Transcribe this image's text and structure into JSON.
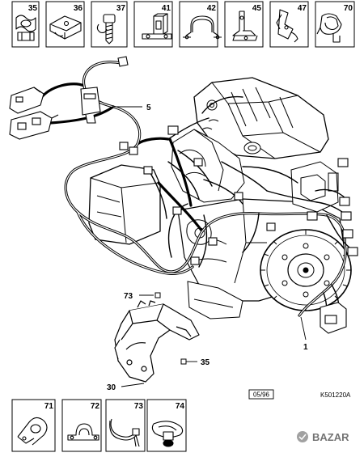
{
  "top_strip": {
    "parts": [
      {
        "number": "35",
        "icon": "grommet-clip-icon"
      },
      {
        "number": "36",
        "icon": "bracket-plate-icon"
      },
      {
        "number": "37",
        "icon": "screw-clip-icon"
      },
      {
        "number": "41",
        "icon": "block-clip-icon"
      },
      {
        "number": "42",
        "icon": "band-bracket-icon"
      },
      {
        "number": "45",
        "icon": "angle-bracket-icon"
      },
      {
        "number": "47",
        "icon": "spring-bracket-icon"
      },
      {
        "number": "70",
        "icon": "connector-holder-icon"
      }
    ]
  },
  "bottom_strip": {
    "parts": [
      {
        "number": "71",
        "icon": "p-clip-icon"
      },
      {
        "number": "72",
        "icon": "saddle-clip-icon"
      },
      {
        "number": "73",
        "icon": "cable-tie-icon"
      },
      {
        "number": "74",
        "icon": "tie-mount-icon"
      }
    ]
  },
  "callouts": {
    "harness_upper": "5",
    "clip_top": "73",
    "clip_bottom": "35",
    "bracket": "30",
    "harness_main": "1"
  },
  "date_code": "05/96",
  "drawing_ref": "K501220A",
  "watermark": "BAZAR"
}
